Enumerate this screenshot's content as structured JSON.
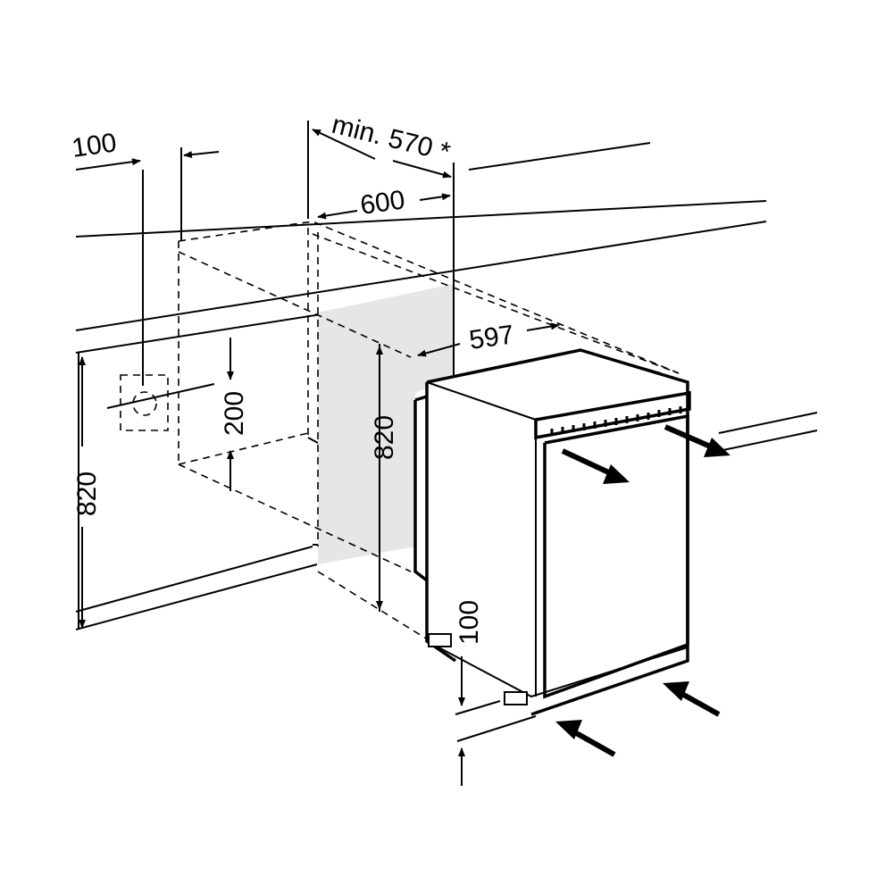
{
  "dimensions": {
    "socket_offset": "100",
    "min_niche_depth": "min. 570 *",
    "niche_width": "600",
    "appliance_width": "597",
    "socket_height": "200",
    "niche_height_left": "820",
    "niche_height_center": "820",
    "plinth_height": "100"
  },
  "colors": {
    "line": "#000000",
    "shade": "#e6e6e6",
    "background": "#ffffff"
  }
}
